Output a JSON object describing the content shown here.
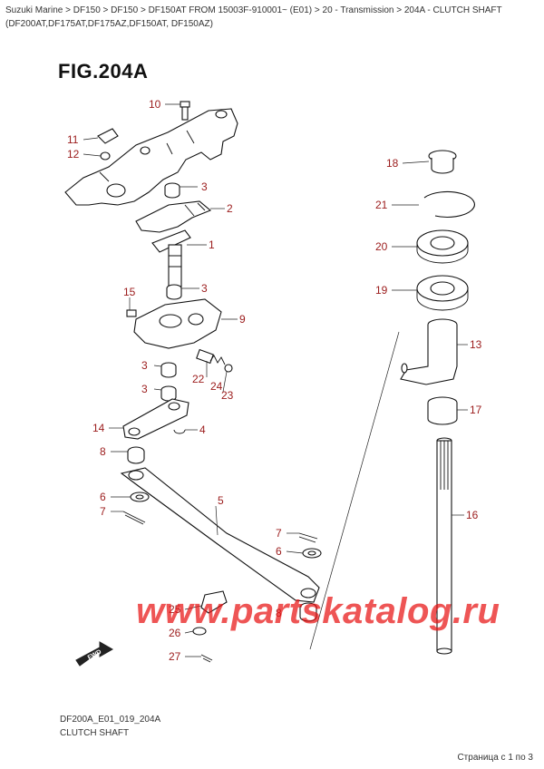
{
  "breadcrumb": "Suzuki Marine > DF150 > DF150 > DF150AT FROM 15003F-910001~ (E01) > 20 - Transmission > 204A - CLUTCH SHAFT (DF200AT,DF175AT,DF175AZ,DF150AT, DF150AZ)",
  "figure_title": "FIG.204A",
  "callouts": {
    "c1": "1",
    "c2": "2",
    "c3a": "3",
    "c3b": "3",
    "c3c": "3",
    "c3d": "3",
    "c4": "4",
    "c5": "5",
    "c6a": "6",
    "c6b": "6",
    "c7a": "7",
    "c7b": "7",
    "c8a": "8",
    "c8b": "8",
    "c9": "9",
    "c10": "10",
    "c11": "11",
    "c12": "12",
    "c13": "13",
    "c14": "14",
    "c15": "15",
    "c16": "16",
    "c17": "17",
    "c18": "18",
    "c19": "19",
    "c20": "20",
    "c21": "21",
    "c22": "22",
    "c23": "23",
    "c24": "24",
    "c25": "25",
    "c26": "26",
    "c27": "27"
  },
  "fwd_label": "FWD",
  "watermark": "www.partskatalog.ru",
  "footer": {
    "code": "DF200A_E01_019_204A",
    "name": "CLUTCH SHAFT",
    "pager": "Страница с 1 по 3"
  },
  "colors": {
    "callout": "#9b1b1b",
    "watermark": "#e81414"
  }
}
